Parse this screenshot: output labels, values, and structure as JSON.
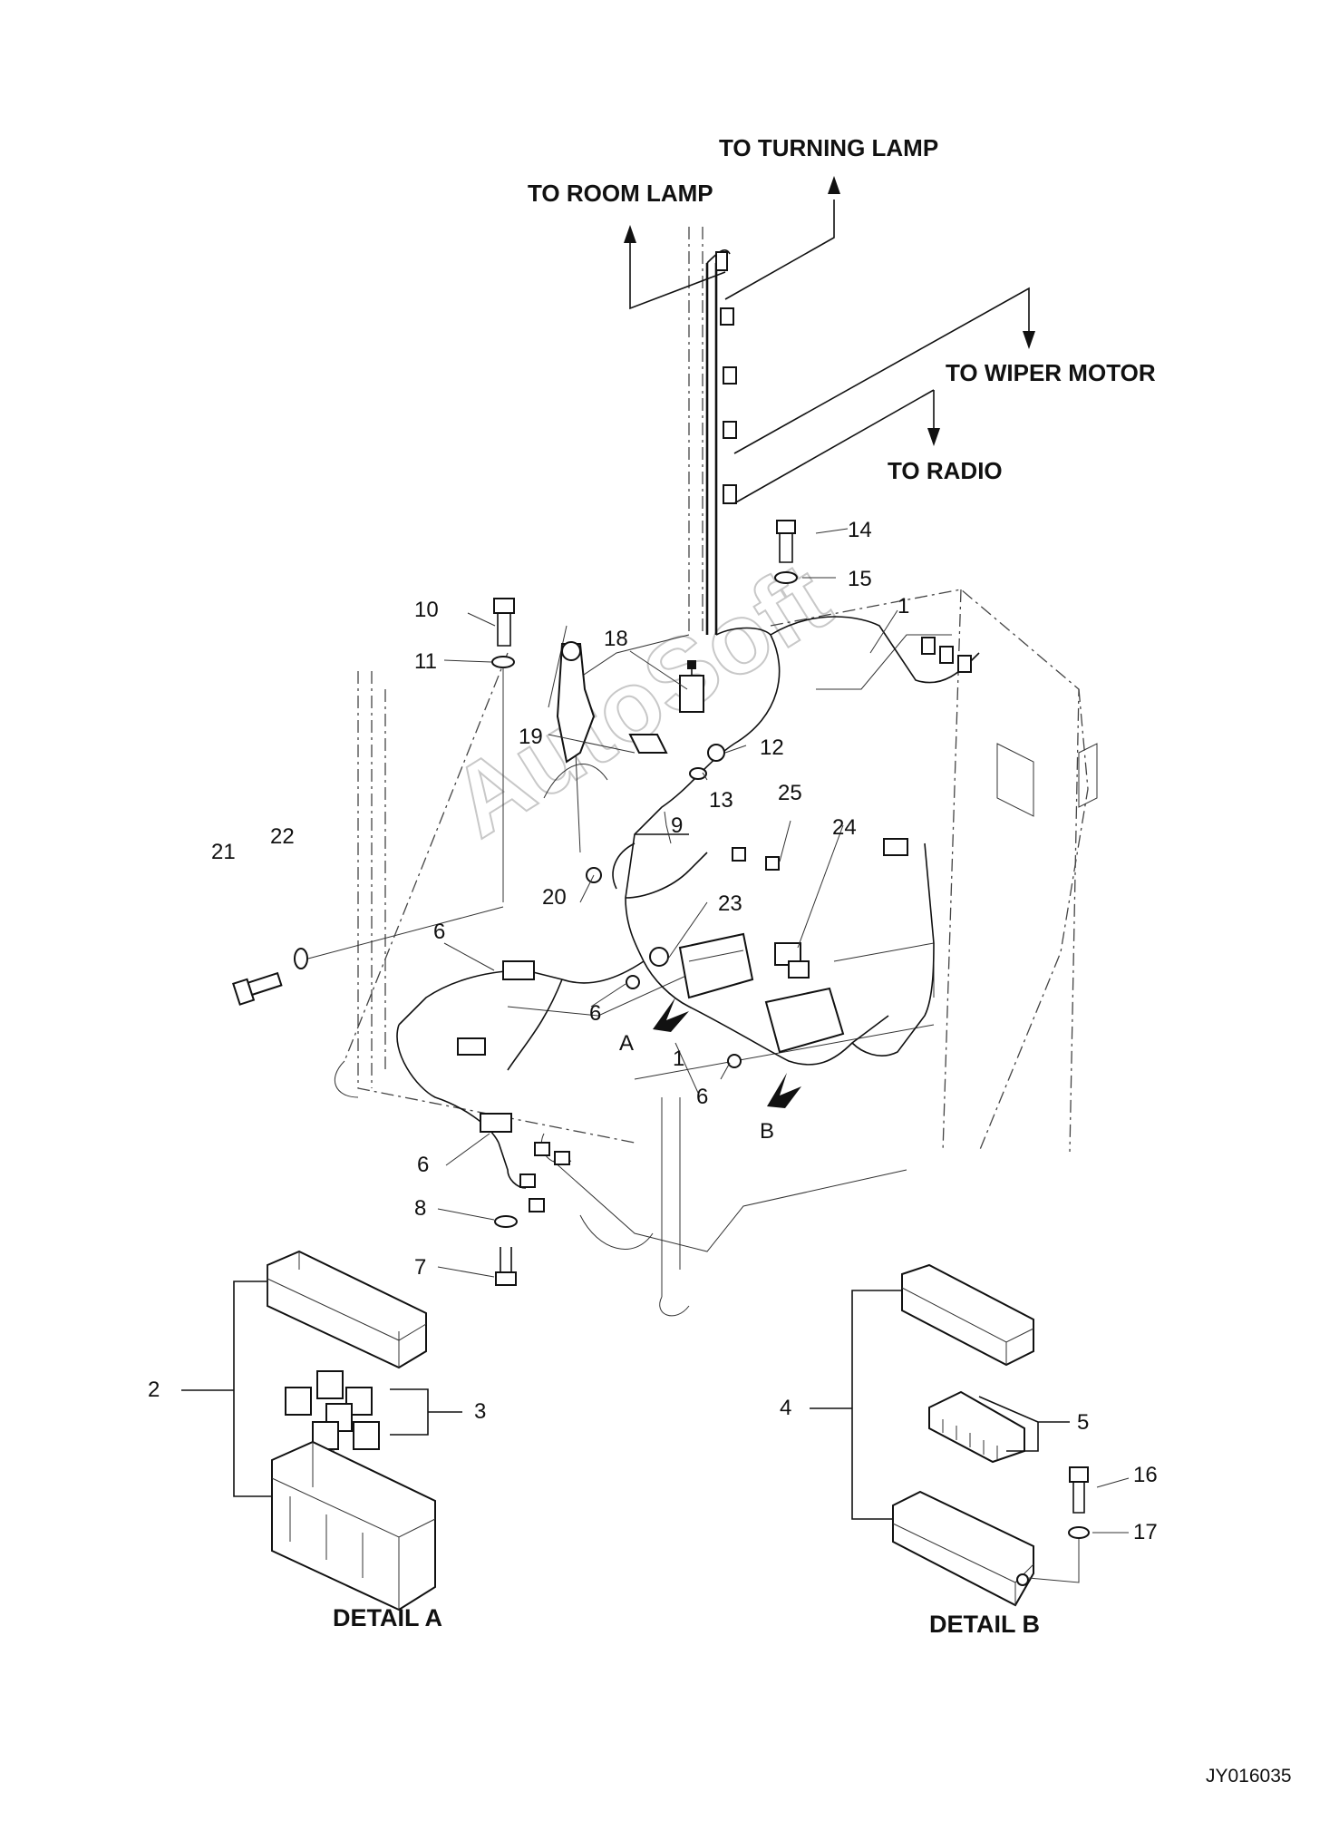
{
  "destinations": {
    "turning_lamp": "TO TURNING LAMP",
    "room_lamp": "TO ROOM LAMP",
    "wiper_motor": "TO WIPER MOTOR",
    "radio": "TO RADIO"
  },
  "callouts": {
    "n1a": "1",
    "n1b": "1",
    "n2": "2",
    "n3": "3",
    "n4": "4",
    "n5": "5",
    "n6a": "6",
    "n6b": "6",
    "n6c": "6",
    "n6d": "6",
    "n7": "7",
    "n8": "8",
    "n9": "9",
    "n10": "10",
    "n11": "11",
    "n12": "12",
    "n13": "13",
    "n14": "14",
    "n15": "15",
    "n16": "16",
    "n17": "17",
    "n18": "18",
    "n19": "19",
    "n20": "20",
    "n21": "21",
    "n22": "22",
    "n23": "23",
    "n24": "24",
    "n25": "25"
  },
  "view_markers": {
    "a": "A",
    "b": "B"
  },
  "details": {
    "a": "DETAIL A",
    "b": "DETAIL B"
  },
  "drawing_code": "JY016035",
  "watermark": "AutoSoft"
}
